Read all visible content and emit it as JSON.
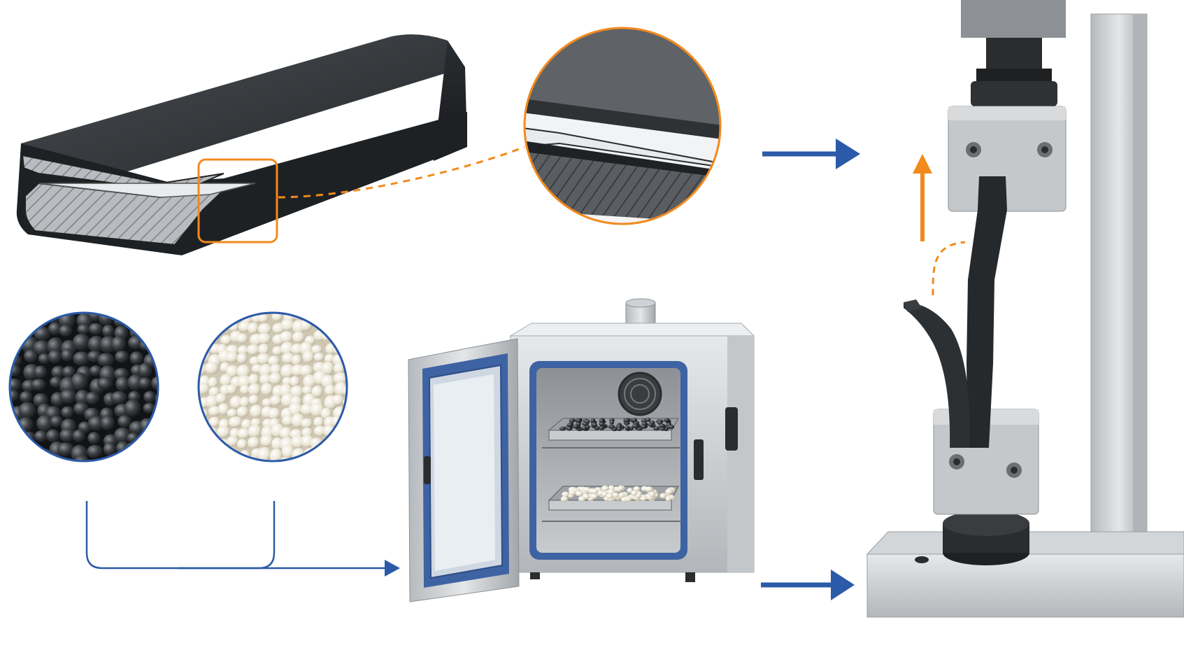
{
  "figure": {
    "background": "#ffffff",
    "colors": {
      "accent_orange": "#f28a1e",
      "accent_blue": "#2b5aa8",
      "composite_dark": "#2d3033",
      "pellet_dark": "#3a3d40",
      "pellet_light": "#eee8da",
      "metal_light": "#d7d9db",
      "metal_mid": "#a9adb1",
      "clamp_steel": "#c5c8cb"
    },
    "panels": {
      "specimen": {
        "name": "laminated-composite-bar-with-delamination",
        "icon": "delamination-crack-icon"
      },
      "magnifier": {
        "name": "delamination-close-up-view",
        "icon": "magnifier-circle-icon"
      },
      "pellets": [
        {
          "name": "black-polymer-pellets",
          "icon": "black-pellets-icon"
        },
        {
          "name": "white-polymer-pellets",
          "icon": "white-pellets-icon"
        }
      ],
      "oven": {
        "name": "drying-oven-with-pellet-trays",
        "icon": "oven-icon"
      },
      "tester": {
        "name": "peel-test-fixture",
        "icon": "tensile-tester-icon"
      }
    },
    "arrows": [
      {
        "name": "arrow-specimen-to-tester",
        "direction": "right",
        "color": "#2b5aa8"
      },
      {
        "name": "arrow-pellets-to-oven",
        "direction": "right",
        "color": "#2b5aa8"
      },
      {
        "name": "arrow-oven-to-tester",
        "direction": "right",
        "color": "#2b5aa8"
      },
      {
        "name": "arrow-peel-direction",
        "direction": "up",
        "color": "#f28a1e"
      }
    ]
  }
}
